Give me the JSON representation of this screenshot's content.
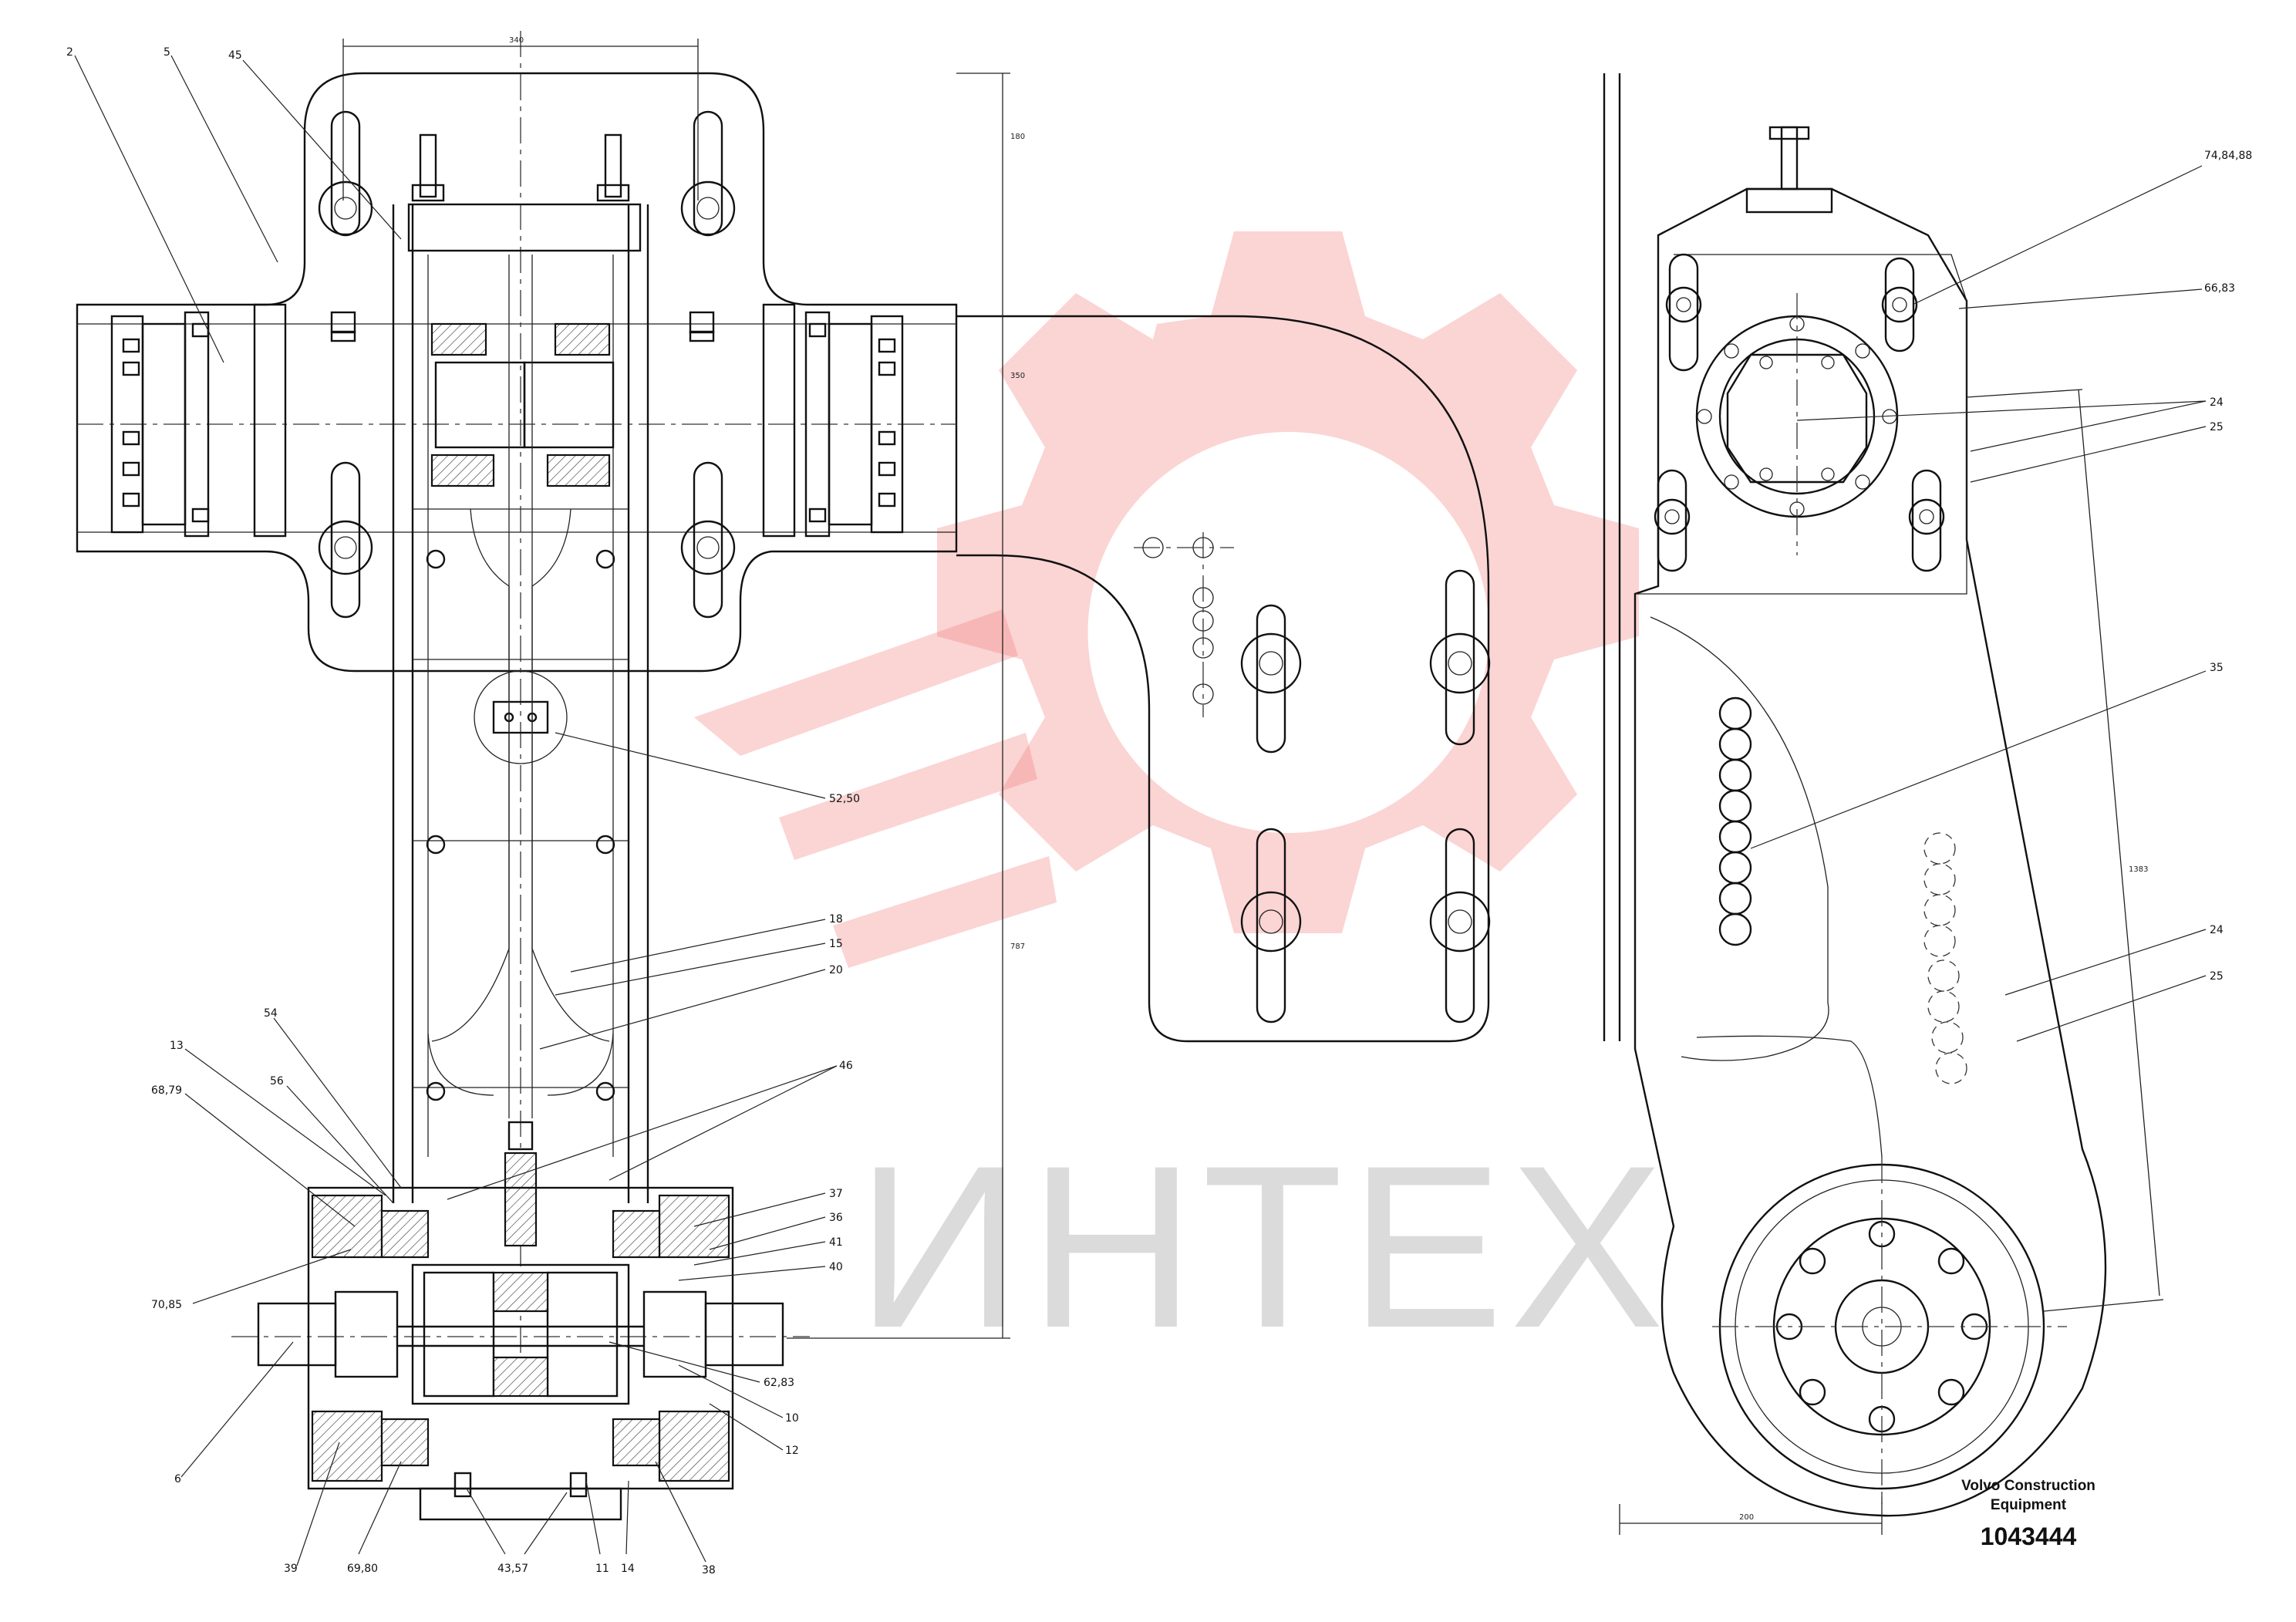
{
  "watermark": {
    "text": "ИНТЕХ",
    "color": "#f47c7c"
  },
  "title_block": {
    "maker_line1": "Volvo Construction",
    "maker_line2": "Equipment",
    "drawing_number": "1043444"
  },
  "callouts": {
    "c2": "2",
    "c5": "5",
    "c45": "45",
    "c52_50": "52,50",
    "c18": "18",
    "c15": "15",
    "c20": "20",
    "c46": "46",
    "c54": "54",
    "c13": "13",
    "c56": "56",
    "c68_79": "68,79",
    "c37": "37",
    "c36": "36",
    "c41": "41",
    "c40": "40",
    "c70_85": "70,85",
    "c62_83": "62,83",
    "c10": "10",
    "c12": "12",
    "c6": "6",
    "c39": "39",
    "c69_80": "69,80",
    "c43_57": "43,57",
    "c11": "11",
    "c14": "14",
    "c38": "38",
    "c74_84_88": "74,84,88",
    "c66_83": "66,83",
    "c24a": "24",
    "c25a": "25",
    "c35": "35",
    "c24b": "24",
    "c25b": "25"
  },
  "dimensions": {
    "d_top": "340",
    "d_right_a": "180",
    "d_right_b": "350",
    "d_right_c": "787",
    "d_bottom": "200",
    "d_side": "1383"
  }
}
